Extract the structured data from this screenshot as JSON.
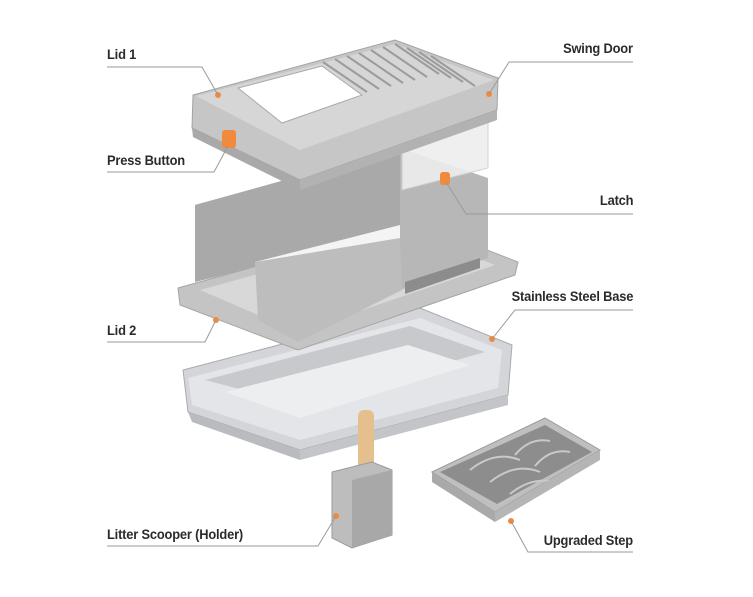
{
  "labels": {
    "lid1": "Lid 1",
    "press_button": "Press Button",
    "lid2": "Lid 2",
    "litter_scooper": "Litter Scooper (Holder)",
    "swing_door": "Swing Door",
    "latch": "Latch",
    "stainless_base": "Stainless Steel Base",
    "upgraded_step": "Upgraded Step"
  },
  "colors": {
    "body_gray": "#bcbcbc",
    "body_gray_dark": "#9e9e9e",
    "body_gray_light": "#d6d6d6",
    "steel": "#d9dadc",
    "steel_dark": "#b5b7ba",
    "accent_orange": "#f08a3c",
    "leader_line": "#9a9a9a",
    "label_text": "#2b2b2b",
    "wood": "#e6bf8e"
  }
}
